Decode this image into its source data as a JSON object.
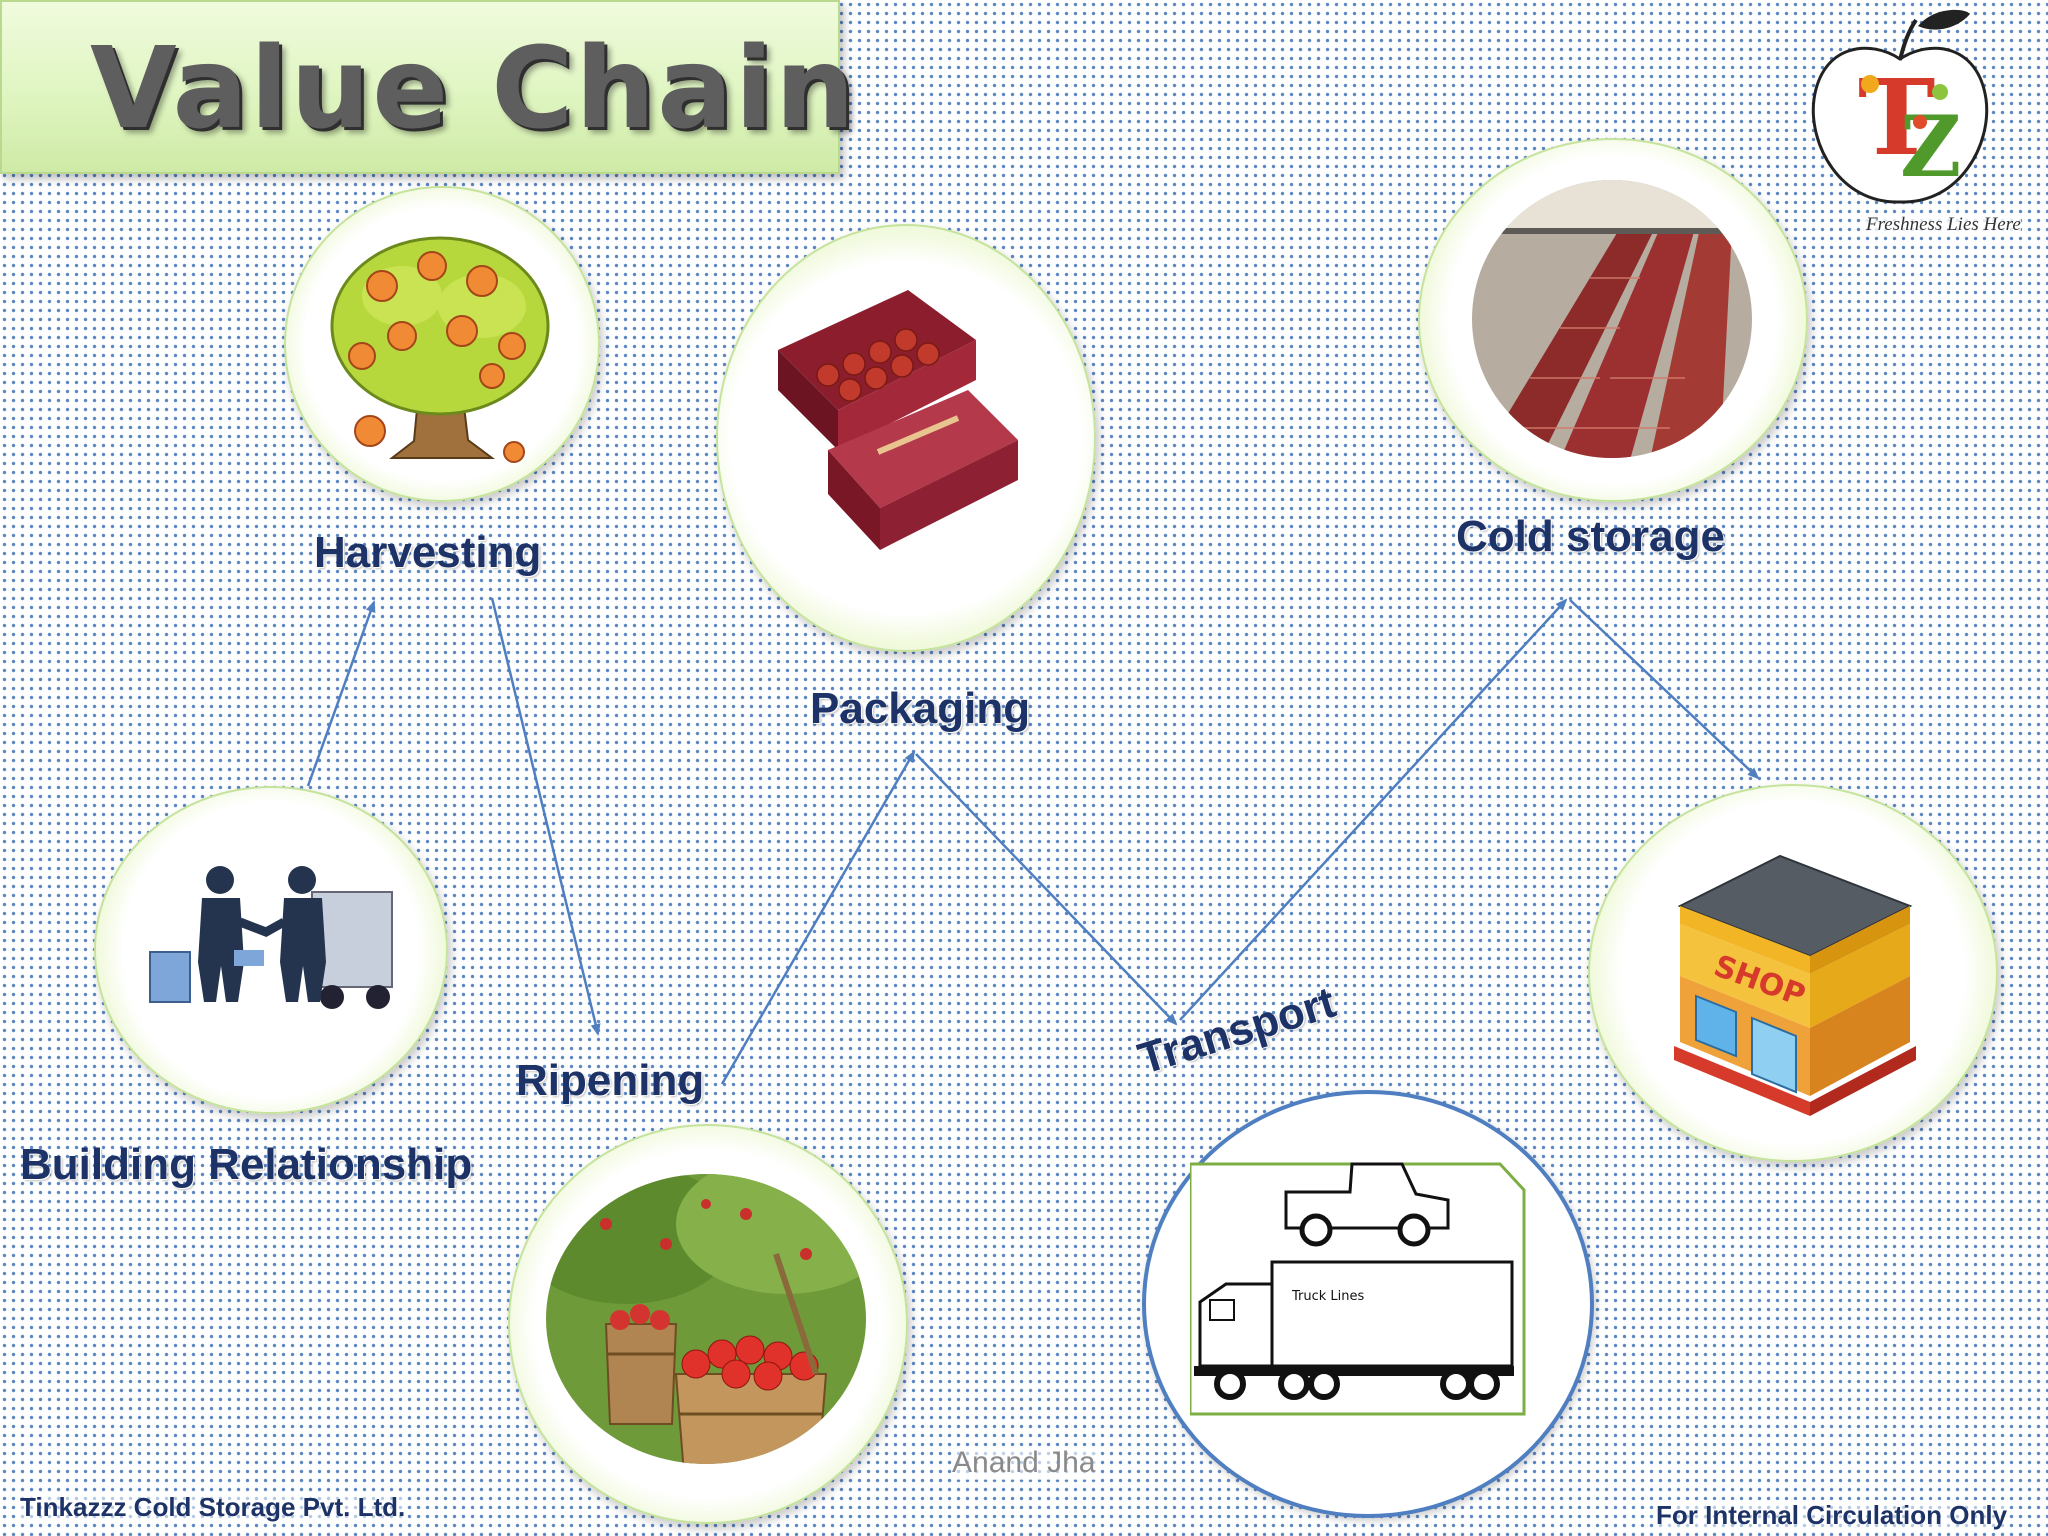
{
  "title": "Value Chain",
  "logo": {
    "monogram": "TZ",
    "tagline": "Freshness Lies Here"
  },
  "stages": {
    "building_relationship": "Building Relationship",
    "harvesting": "Harvesting",
    "ripening": "Ripening",
    "packaging": "Packaging",
    "transport": "Transport",
    "cold_storage": "Cold storage",
    "shop_sign": "SHOP",
    "truck_sign": "Truck Lines"
  },
  "footer": {
    "company": "Tinkazzz Cold Storage Pvt. Ltd.",
    "author": "Anand Jha",
    "note": "For Internal Circulation Only"
  },
  "colors": {
    "label": "#1d3266",
    "arrow": "#4f7fc0",
    "ring_green": "#d8efb4",
    "ring_blue": "#4f7fc0"
  }
}
